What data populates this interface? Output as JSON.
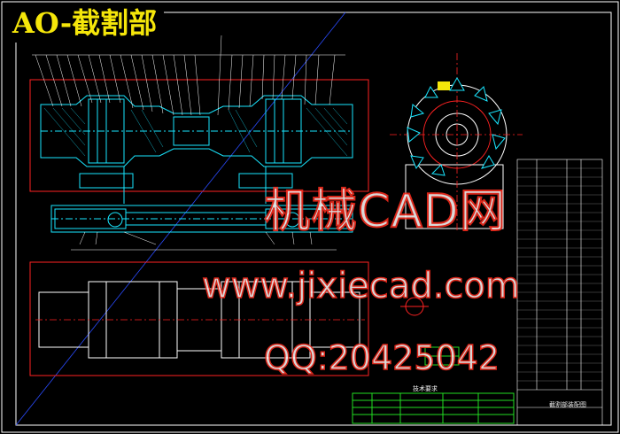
{
  "drawing": {
    "title": "AO-截割部",
    "notes_title": "技术要求",
    "titleblock_name": "截割部装配图"
  },
  "watermark": {
    "brand": "机械CAD网",
    "url": "www.jixiecad.com",
    "qq": "QQ:20425042"
  },
  "colors": {
    "background": "#000000",
    "frame": "#ffffff",
    "cyan": "#19e6ff",
    "red": "#ff2222",
    "yellow": "#f5e60a",
    "green": "#22dd22",
    "blue": "#2a4bff"
  }
}
